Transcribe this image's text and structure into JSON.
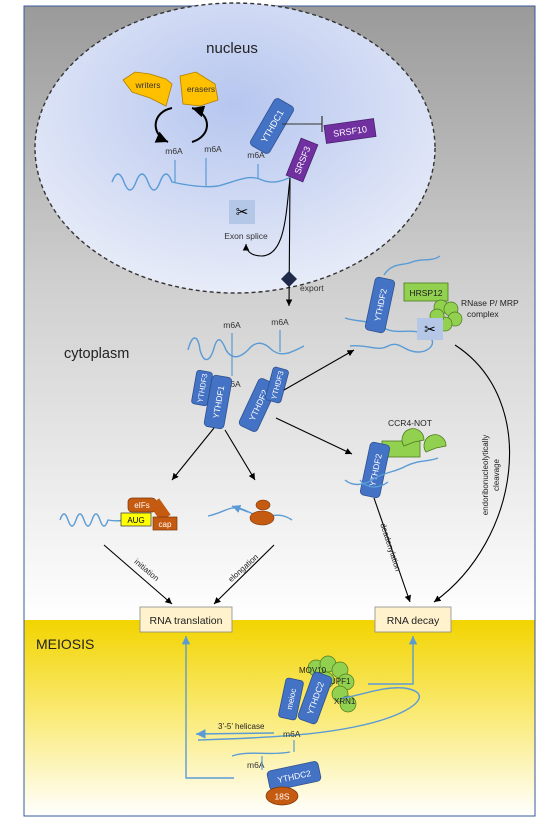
{
  "regions": {
    "nucleus": "nucleus",
    "cytoplasm": "cytoplasm",
    "meiosis": "MEIOSIS"
  },
  "proteins": {
    "writers": "writers",
    "erasers": "erasers",
    "ythdc1": "YTHDC1",
    "srsf10": "SRSF10",
    "srsf3": "SRSF3",
    "ythdf1": "YTHDF1",
    "ythdf2": "YTHDF2",
    "ythdf3": "YTHDF3",
    "ythdf3_b": "YTHDF3",
    "ythdf2_hrsp": "YTHDF2",
    "ythdf2_ccr4": "YTHDF2",
    "hrsp12": "HRSP12",
    "ythdc2_meiosis": "YTHDC2",
    "ythdc2_bottom": "YTHDC2",
    "meioc": "meioc",
    "mov10": "MOV10",
    "upf1": "UPF1",
    "xrn1": "XRN1",
    "s18": "18S",
    "eifs": "eIFs",
    "aug": "AUG",
    "cap": "cap"
  },
  "labels": {
    "m6a": "m6A",
    "exon_splice": "Exon splice",
    "export": "export",
    "rnase": "RNase P/ MRP",
    "complex": "complex",
    "ccr4": "CCR4-NOT",
    "endo": "endoribonucleolytically",
    "cleavage": "cleavage",
    "deadenylation": "deadenylation",
    "initiation": "initiation",
    "elongation": "elongation",
    "helicase": "3’-5’ helicase"
  },
  "outcomes": {
    "translation": "RNA translation",
    "decay": "RNA decay"
  },
  "colors": {
    "protein_blue": "#4472C4",
    "protein_border": "#2F528F",
    "purple": "#7030A0",
    "green": "#92D050",
    "orange_yellow": "#FFC000",
    "brown": "#C55A11",
    "rna": "#5B9BD5",
    "box_fill": "#FFF2CC"
  }
}
